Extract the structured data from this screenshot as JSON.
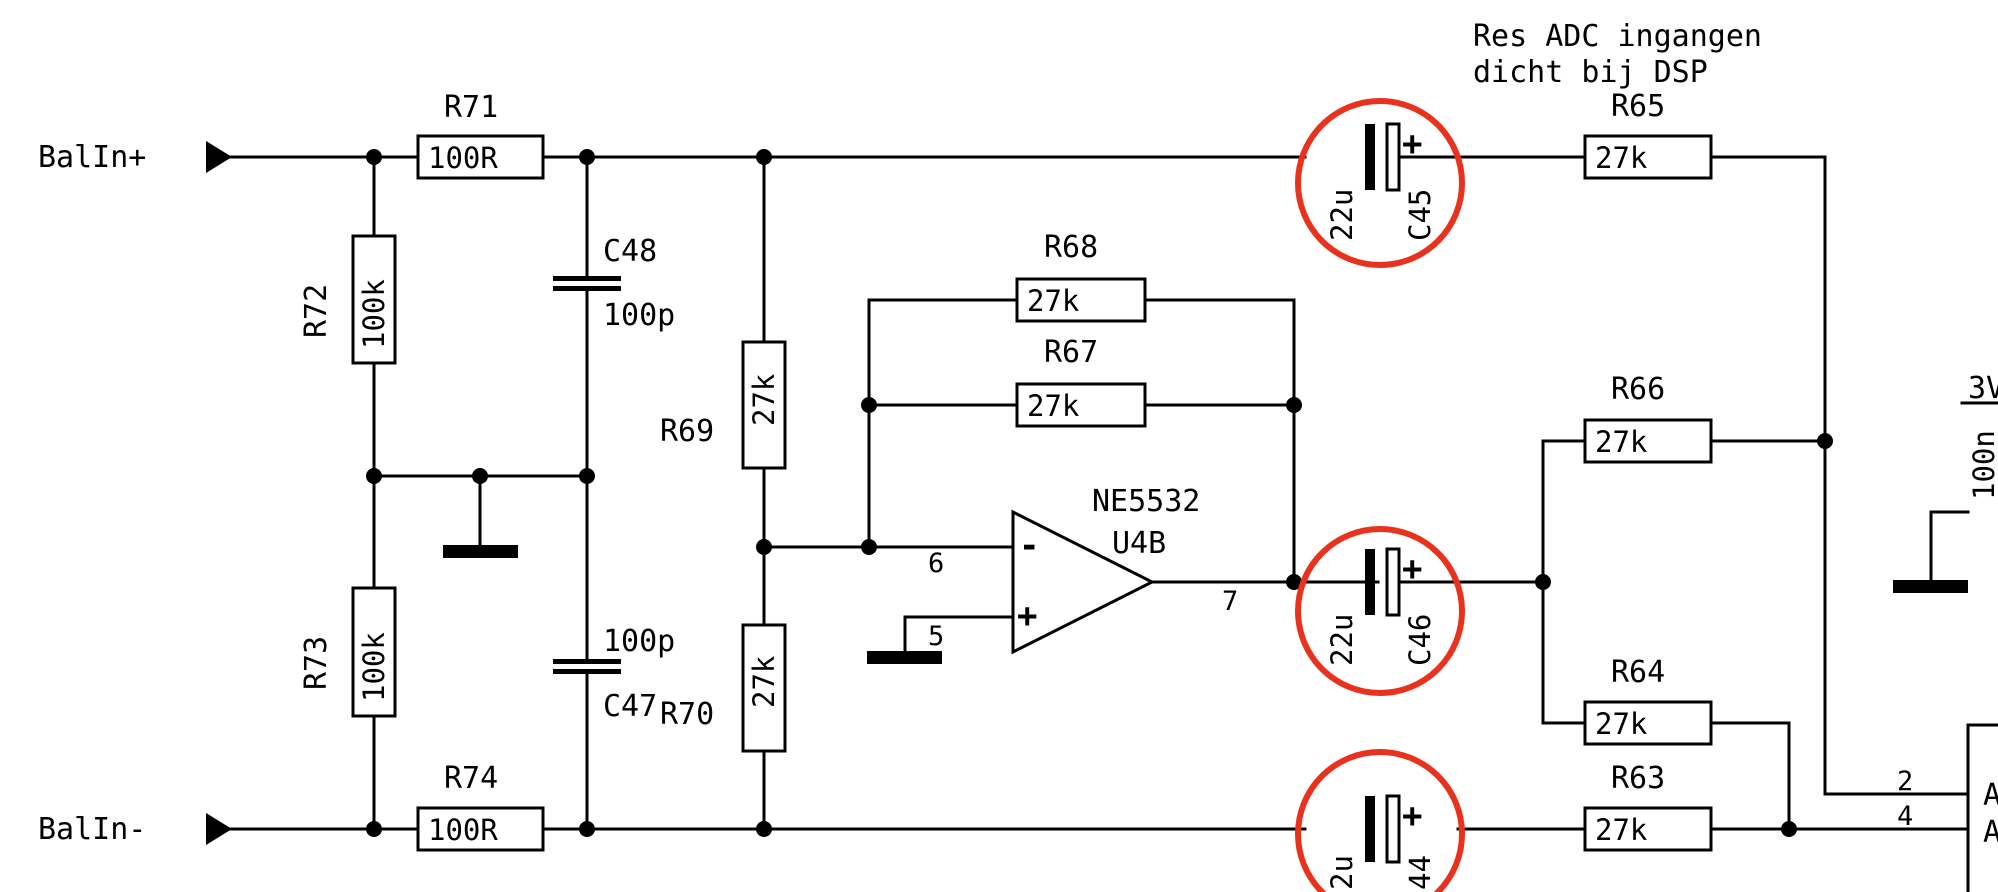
{
  "ports": {
    "in_plus": "BalIn+",
    "in_minus": "BalIn-"
  },
  "note": {
    "line1": "Res ADC ingangen",
    "line2": "dicht bij DSP"
  },
  "resistors": {
    "r71": {
      "ref": "R71",
      "value": "100R"
    },
    "r72": {
      "ref": "R72",
      "value": "100k"
    },
    "r73": {
      "ref": "R73",
      "value": "100k"
    },
    "r74": {
      "ref": "R74",
      "value": "100R"
    },
    "r69": {
      "ref": "R69",
      "value": "27k"
    },
    "r70": {
      "ref": "R70",
      "value": "27k"
    },
    "r68": {
      "ref": "R68",
      "value": "27k"
    },
    "r67": {
      "ref": "R67",
      "value": "27k"
    },
    "r65": {
      "ref": "R65",
      "value": "27k"
    },
    "r66": {
      "ref": "R66",
      "value": "27k"
    },
    "r64": {
      "ref": "R64",
      "value": "27k"
    },
    "r63": {
      "ref": "R63",
      "value": "27k"
    }
  },
  "capacitors": {
    "c48": {
      "ref": "C48",
      "value": "100p"
    },
    "c47": {
      "ref": "C47",
      "value": "100p"
    },
    "c45": {
      "ref": "C45",
      "value": "22u"
    },
    "c46": {
      "ref": "C46",
      "value": "22u"
    },
    "c44": {
      "ref": "44",
      "value": "2u"
    }
  },
  "opamp": {
    "part": "NE5532",
    "ref": "U4B",
    "pin_inv": "6",
    "pin_noninv": "5",
    "pin_out": "7",
    "minus_sign": "-",
    "plus_sign": "+"
  },
  "polarity_sign": "+",
  "right_edge": {
    "rail_label": "3V",
    "cap_value": "100n",
    "pin2": "2",
    "pin4": "4",
    "chip_letter_a": "A",
    "chip_letter_b": "A"
  },
  "highlight_color": "#e8321e"
}
